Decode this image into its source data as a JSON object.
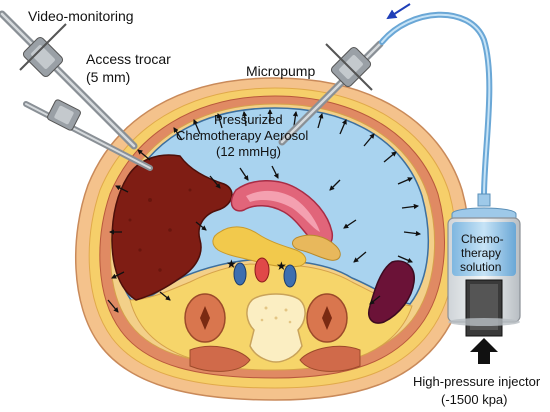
{
  "labels": {
    "video_monitoring": "Video-monitoring",
    "access_trocar_line1": "Access trocar",
    "access_trocar_line2": "(5 mm)",
    "micropump": "Micropump",
    "aerosol_line1": "Pressurized",
    "aerosol_line2": "Chemotherapy Aerosol",
    "aerosol_line3": "(12 mmHg)",
    "solution_line1": "Chemo-",
    "solution_line2": "therapy",
    "solution_line3": "solution",
    "injector_line1": "High-pressure injector",
    "injector_line2": "(-1500 kpa)"
  },
  "colors": {
    "aerosol": "#a9d3ef",
    "liver": "#7f1d14",
    "skin_fat": "#f2b77a",
    "muscle": "#d9785a",
    "pancreas": "#f2c94c",
    "stomach_wall": "#d94f6b",
    "spleen": "#6b1237",
    "kidney": "#d9764e",
    "vertebra": "#fbeec2",
    "instrument": "#9aa0a6",
    "tube": "#8fc3e6",
    "flow_arrow": "#1f3fb8"
  },
  "icons": [
    "aerosol-arrow-icon",
    "flow-arrow-icon",
    "pressure-arrow-icon",
    "star-icon"
  ]
}
